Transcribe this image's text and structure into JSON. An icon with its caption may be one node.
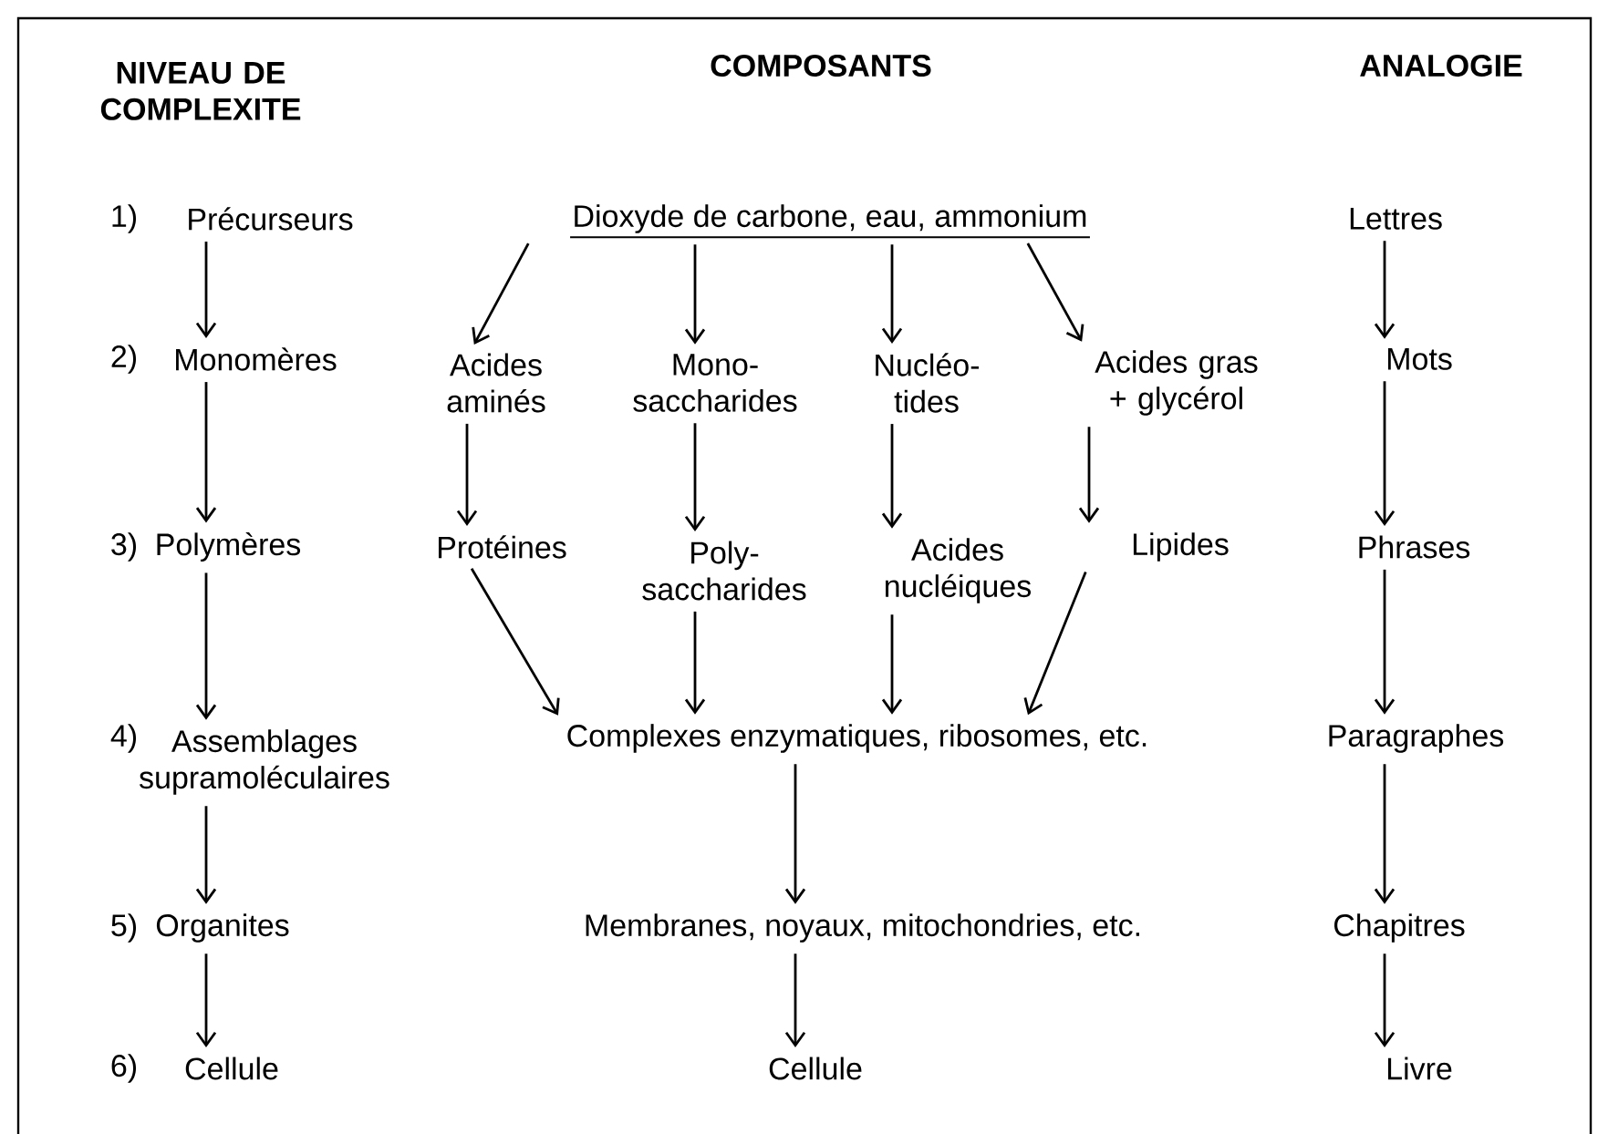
{
  "diagram": {
    "nodes": [
      {
        "text": [
          "Précurseurs"
        ]
      },
      {
        "text": [
          "Monomères"
        ]
      },
      {
        "text": [
          "Polymères"
        ]
      },
      {
        "text": [
          "Assemblages supramoléculaires"
        ]
      },
      {
        "text": [
          "Organites"
        ]
      },
      {
        "text": [
          "Cellule"
        ]
      },
      {
        "text": [
          "Dioxyde de carbone, eau, ammonium"
        ]
      },
      {
        "text": [
          "Acides aminés"
        ]
      },
      {
        "text": [
          "Mono- saccharides"
        ]
      },
      {
        "text": [
          "Nucléo- tides"
        ]
      },
      {
        "text": [
          "Acides gras + glycérol"
        ]
      },
      {
        "text": [
          "Protéines"
        ]
      },
      {
        "text": [
          "Poly- saccharides"
        ]
      },
      {
        "text": [
          "Acides nucléiques"
        ]
      },
      {
        "text": [
          "Lipides"
        ]
      },
      {
        "text": [
          "Complexes enzymatiques, ribosomes, etc."
        ]
      },
      {
        "text": [
          "Membranes, noyaux, mitochondries, etc."
        ]
      },
      {
        "text": [
          "Cellule"
        ]
      },
      {
        "text": [
          "Lettres"
        ]
      },
      {
        "text": [
          "Mots"
        ]
      },
      {
        "text": [
          "Phrases"
        ]
      },
      {
        "text": [
          "Paragraphes"
        ]
      },
      {
        "text": [
          "Chapitres"
        ]
      },
      {
        "text": [
          "Livre"
        ]
      }
    ],
    "edges": [
      {
        "from": 0,
        "to": 1,
        "arrow": "to"
      },
      {
        "from": 1,
        "to": 2,
        "arrow": "to"
      },
      {
        "from": 2,
        "to": 3,
        "arrow": "to"
      },
      {
        "from": 3,
        "to": 4,
        "arrow": "to"
      },
      {
        "from": 4,
        "to": 5,
        "arrow": "to"
      },
      {
        "from": 6,
        "to": 7,
        "arrow": "to"
      },
      {
        "from": 6,
        "to": 8,
        "arrow": "to"
      },
      {
        "from": 6,
        "to": 9,
        "arrow": "to"
      },
      {
        "from": 6,
        "to": 10,
        "arrow": "to"
      },
      {
        "from": 7,
        "to": 11,
        "arrow": "to"
      },
      {
        "from": 8,
        "to": 12,
        "arrow": "to"
      },
      {
        "from": 9,
        "to": 13,
        "arrow": "to"
      },
      {
        "from": 10,
        "to": 14,
        "arrow": "to"
      },
      {
        "from": 11,
        "to": 15,
        "arrow": "to"
      },
      {
        "from": 12,
        "to": 15,
        "arrow": "to"
      },
      {
        "from": 13,
        "to": 15,
        "arrow": "to"
      },
      {
        "from": 14,
        "to": 15,
        "arrow": "to"
      },
      {
        "from": 15,
        "to": 16,
        "arrow": "to"
      },
      {
        "from": 16,
        "to": 17,
        "arrow": "to"
      },
      {
        "from": 18,
        "to": 19,
        "arrow": "to"
      },
      {
        "from": 19,
        "to": 20,
        "arrow": "to"
      },
      {
        "from": 20,
        "to": 21,
        "arrow": "to"
      },
      {
        "from": 21,
        "to": 22,
        "arrow": "to"
      },
      {
        "from": 22,
        "to": 23,
        "arrow": "to"
      }
    ],
    "labels": [
      "NIVEAU DE COMPLEXITE",
      "COMPOSANTS",
      "ANALOGIE",
      "1)",
      "2)",
      "3)",
      "4)",
      "5)",
      "6)"
    ]
  }
}
